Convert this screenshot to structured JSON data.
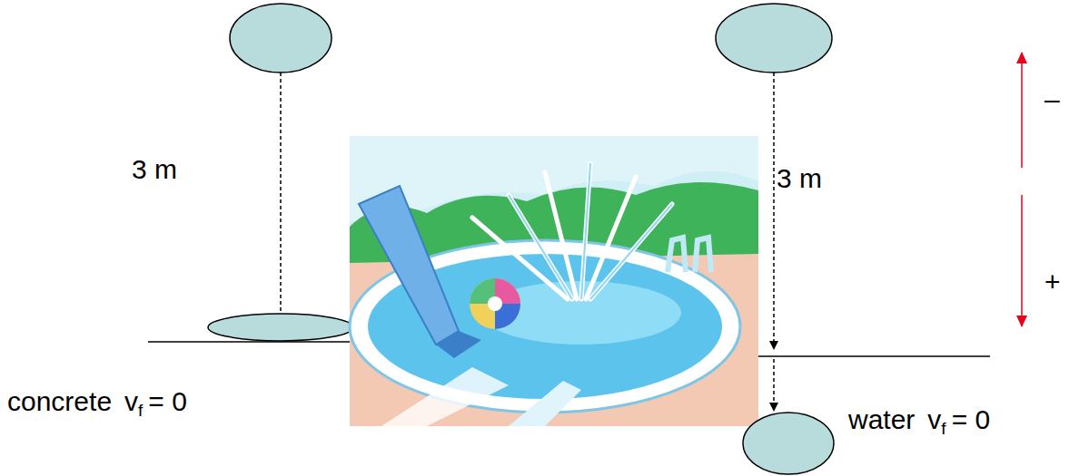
{
  "diagram": {
    "labels": [
      "3 m",
      "3 m",
      "–",
      "+",
      "concrete",
      "v",
      "f",
      "= 0",
      "water",
      "v",
      "f",
      "= 0"
    ]
  }
}
